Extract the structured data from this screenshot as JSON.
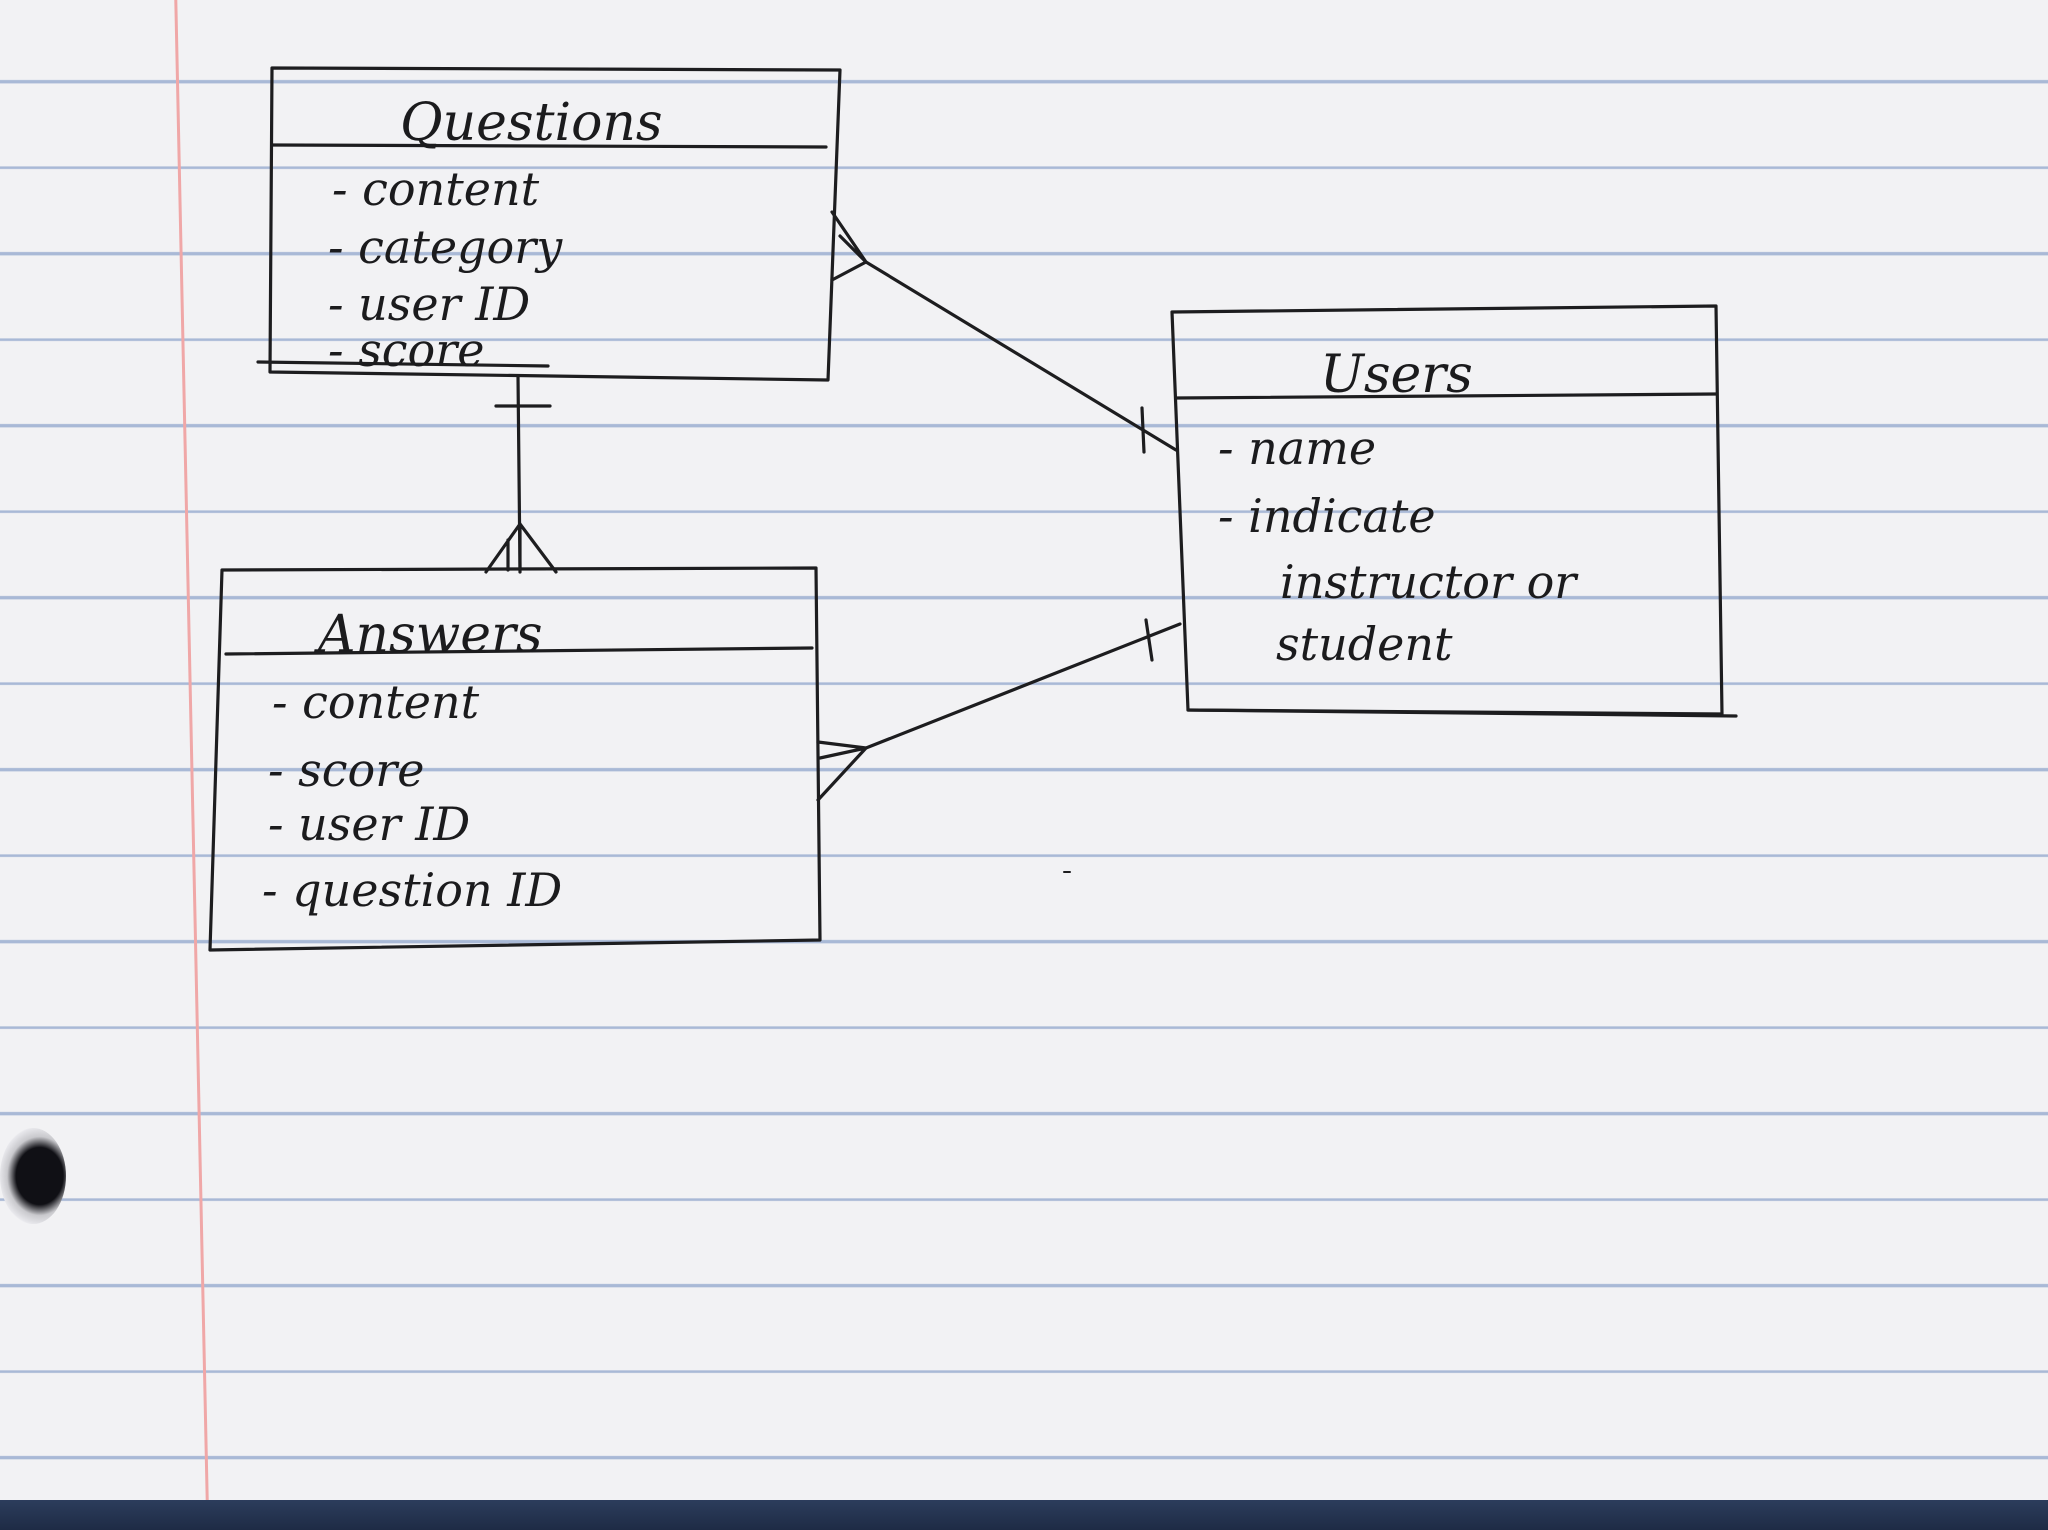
{
  "entities": {
    "questions": {
      "title": "Questions",
      "attributes": [
        "- content",
        "- category",
        "- user ID",
        "- score"
      ]
    },
    "users": {
      "title": "Users",
      "attributes": [
        "- name",
        "- indicate",
        "instructor or",
        "student"
      ]
    },
    "answers": {
      "title": "Answers",
      "attributes": [
        "- content",
        "- score",
        "- user ID",
        "- question ID"
      ]
    }
  },
  "relationships": [
    {
      "from": "questions",
      "to": "answers",
      "from_cardinality": "one",
      "to_cardinality": "many"
    },
    {
      "from": "users",
      "to": "questions",
      "from_cardinality": "one",
      "to_cardinality": "many"
    },
    {
      "from": "users",
      "to": "answers",
      "from_cardinality": "one",
      "to_cardinality": "many"
    }
  ],
  "colors": {
    "ink": "#1d1d1f",
    "paper": "#f2f2f4",
    "rule_lines": "#a9b9d6",
    "margin_line": "#f0a7a7"
  }
}
